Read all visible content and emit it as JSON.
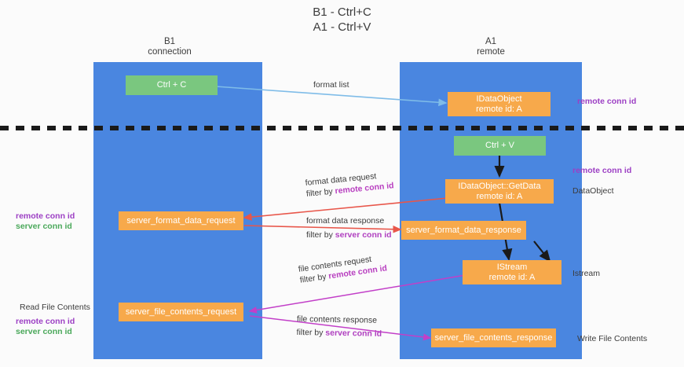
{
  "title": {
    "line1": "B1 - Ctrl+C",
    "line2": "A1 - Ctrl+V"
  },
  "columns": [
    {
      "name": "B1",
      "sub": "connection"
    },
    {
      "name": "A1",
      "sub": "remote"
    }
  ],
  "colors": {
    "lane": "#4a86e0",
    "node_orange": "#f7a94b",
    "node_green": "#7ac77f",
    "arrow_blue": "#7fbce8",
    "arrow_red": "#e8564a",
    "arrow_magenta": "#c23fc8",
    "arrow_black": "#1a1a1a",
    "divider": "#1a1a1a",
    "label_purple": "#9c3fc4",
    "label_green": "#4aa85a"
  },
  "nodes": {
    "ctrl_c": {
      "line1": "Ctrl + C"
    },
    "data_object": {
      "line1": "IDataObject",
      "line2": "remote id: A"
    },
    "ctrl_v": {
      "line1": "Ctrl + V"
    },
    "get_data": {
      "line1": "IDataObject::GetData",
      "line2": "remote id: A"
    },
    "server_format_data_request": {
      "line1": "server_format_data_request"
    },
    "server_format_data_response": {
      "line1": "server_format_data_response"
    },
    "istream": {
      "line1": "IStream",
      "line2": "remote id: A"
    },
    "server_file_contents_request": {
      "line1": "server_file_contents_request"
    },
    "server_file_contents_response": {
      "line1": "server_file_contents_response"
    }
  },
  "right_annotations": [
    {
      "text": "remote conn id",
      "kind": "purple"
    },
    {
      "text": "remote conn id",
      "kind": "purple"
    },
    {
      "text": "DataObject",
      "kind": "plain"
    },
    {
      "text": "Istream",
      "kind": "plain"
    },
    {
      "text": "Write File Contents",
      "kind": "plain"
    }
  ],
  "left_annotations": {
    "conn_ids_top": {
      "remote": "remote conn id",
      "server": "server conn id"
    },
    "read_file_contents": "Read File Contents",
    "conn_ids_bottom": {
      "remote": "remote conn id",
      "server": "server conn id"
    }
  },
  "edge_labels": {
    "format_list": "format list",
    "format_data_request": {
      "line1": "format data request",
      "prefix": "filter by ",
      "highlight": "remote conn id"
    },
    "format_data_response": {
      "line1": "format data response",
      "prefix": "filter by ",
      "highlight": "server conn id"
    },
    "file_contents_request": {
      "line1": "file contents request",
      "prefix": "filter by ",
      "highlight": "remote conn id"
    },
    "file_contents_response": {
      "line1": "file contents response",
      "prefix": "filter by ",
      "highlight": "server conn id"
    }
  }
}
